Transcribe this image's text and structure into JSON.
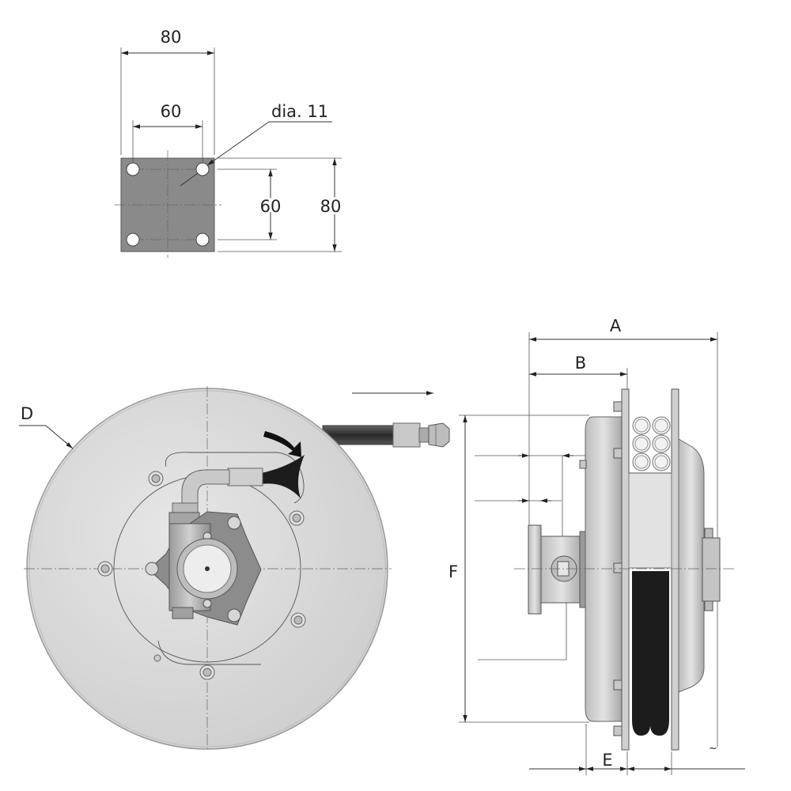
{
  "mount_plate": {
    "outer_width": "80",
    "hole_spacing_width": "60",
    "hole_diameter": "dia. 11",
    "hole_spacing_height": "60",
    "outer_height": "80"
  },
  "labels": {
    "a": "A",
    "b": "B",
    "d": "D",
    "e": "E",
    "f": "F",
    "tilde": "~"
  },
  "colors": {
    "plate_fill": "#8a8a8a",
    "drum_fill": "#d9d9d9",
    "drum_edge": "#9a9a9a",
    "hose_dark": "#1c1c1c",
    "arrow": "#111111"
  }
}
